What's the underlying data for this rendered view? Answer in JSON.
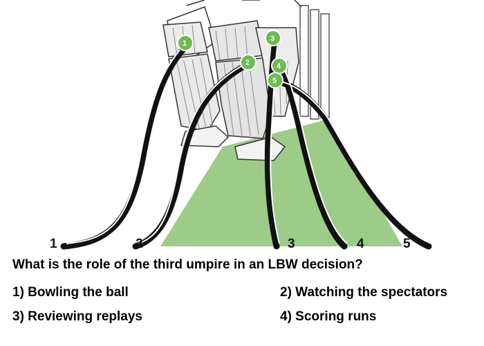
{
  "illustration": {
    "markers": [
      "1",
      "2",
      "3",
      "4",
      "5"
    ],
    "line_labels": [
      "1",
      "2",
      "3",
      "4",
      "5"
    ],
    "colors": {
      "pitch_zone": "#9ccc87",
      "marker_fill": "#6dbb52",
      "lines": "#111111"
    }
  },
  "question": {
    "text": "What is the role of the third umpire in an LBW decision?",
    "options": [
      "1) Bowling the ball",
      "2) Watching the spectators",
      "3) Reviewing replays",
      "4) Scoring runs"
    ]
  }
}
